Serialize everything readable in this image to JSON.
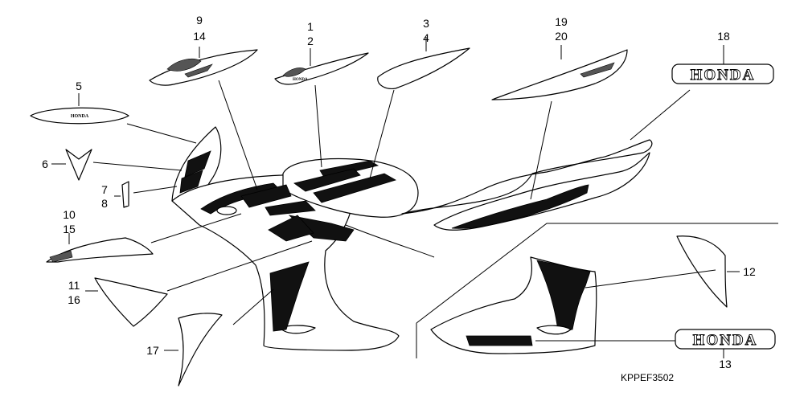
{
  "callouts": {
    "c1": "1",
    "c2": "2",
    "c3": "3",
    "c4": "4",
    "c5": "5",
    "c6": "6",
    "c7": "7",
    "c8": "8",
    "c9": "9",
    "c10": "10",
    "c11": "11",
    "c12": "12",
    "c13": "13",
    "c14": "14",
    "c15": "15",
    "c16": "16",
    "c17": "17",
    "c18": "18",
    "c19": "19",
    "c20": "20"
  },
  "logos": {
    "brand_large_1": "HONDA",
    "brand_large_2": "HONDA",
    "brand_small": "HONDA"
  },
  "diagram_code": "KPPEF3502"
}
